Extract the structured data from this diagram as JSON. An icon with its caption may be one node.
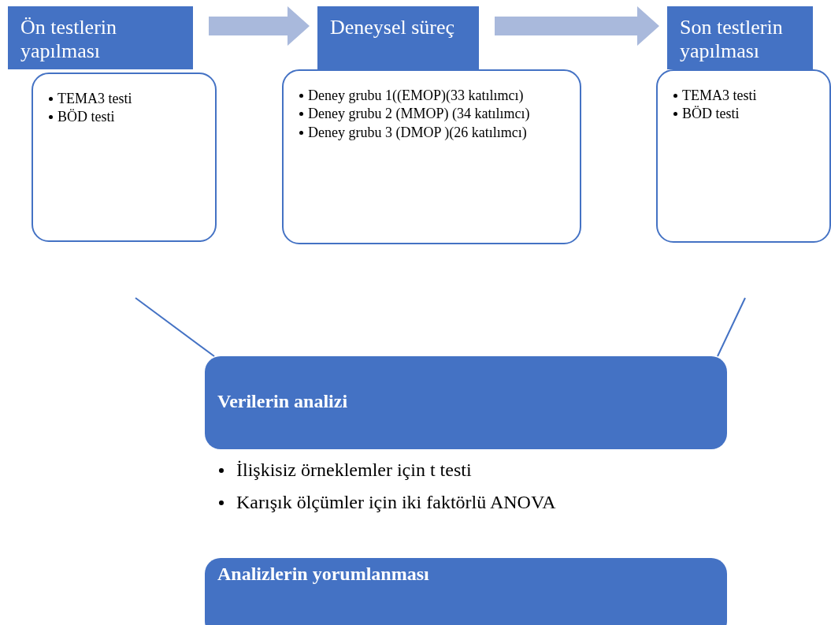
{
  "diagram": {
    "nodes": [
      {
        "text": [
          "Ön testlerin yapılması"
        ]
      },
      {
        "text": [
          "TEMA3 testi",
          "BÖD testi"
        ]
      },
      {
        "text": [
          "Deneysel süreç"
        ]
      },
      {
        "text": [
          "Deney grubu 1((EMOP)(33 katılımcı)",
          "Deney grubu 2 (MMOP) (34 katılımcı)",
          "Deney grubu 3 (DMOP )(26 katılımcı)"
        ]
      },
      {
        "text": [
          "Son testlerin yapılması"
        ]
      },
      {
        "text": [
          "TEMA3 testi",
          "BÖD testi"
        ]
      },
      {
        "text": [
          "Verilerin analizi"
        ],
        "beside": [
          "İlişkisiz örneklemler için t testi",
          "Karışık ölçümler için iki faktörlü ANOVA"
        ]
      },
      {
        "text": [
          "Analizlerin yorumlanması"
        ]
      }
    ],
    "edges": [
      {
        "from": 0,
        "to": 2,
        "arrow": "to"
      },
      {
        "from": 2,
        "to": 4,
        "arrow": "to"
      },
      {
        "from": null,
        "to": 6,
        "arrow": "none"
      },
      {
        "from": null,
        "to": 6,
        "arrow": "none"
      }
    ]
  }
}
